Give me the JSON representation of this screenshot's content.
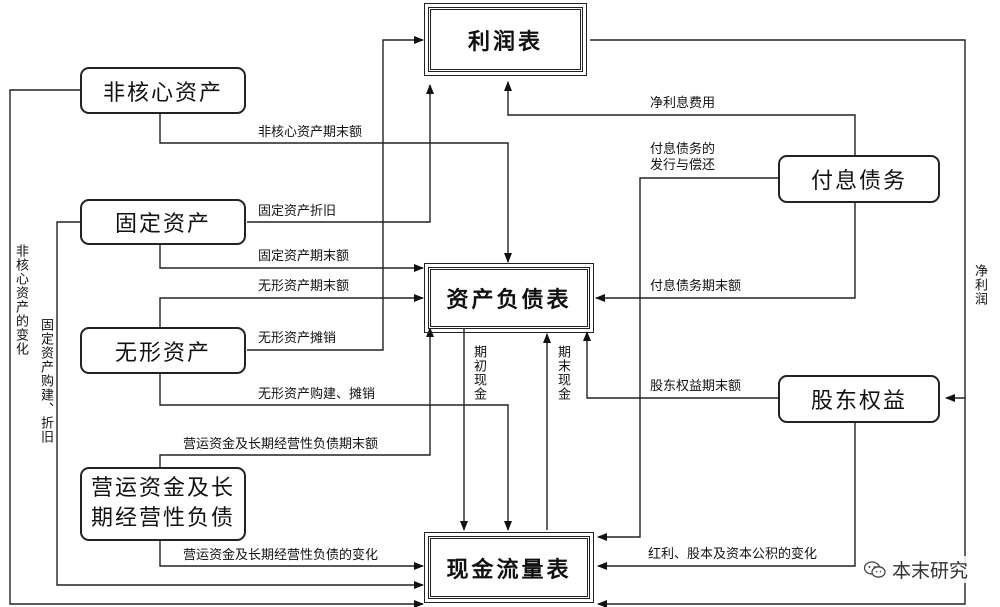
{
  "statements": {
    "income": "利润表",
    "balance": "资产负债表",
    "cashflow": "现金流量表"
  },
  "items": {
    "noncore": "非核心资产",
    "fixed": "固定资产",
    "intangible": "无形资产",
    "working_line1": "营运资金及长",
    "working_line2": "期经营性负债",
    "debt": "付息债务",
    "equity": "股东权益"
  },
  "labels": {
    "noncore_end": "非核心资产期末额",
    "fixed_depr": "固定资产折旧",
    "fixed_end": "固定资产期末额",
    "intangible_end": "无形资产期末额",
    "intangible_amort": "无形资产摊销",
    "intangible_build": "无形资产购建、摊销",
    "working_end": "营运资金及长期经营性负债期末额",
    "working_change": "营运资金及长期经营性负债的变化",
    "net_interest": "净利息费用",
    "debt_issue_line1": "付息债务的",
    "debt_issue_line2": "发行与偿还",
    "debt_end": "付息债务期末额",
    "equity_end": "股东权益期末额",
    "dividends": "红利、股本及资本公积的变化",
    "net_profit": "净利润",
    "noncore_change": "非核心资产的变化",
    "fixed_build": "固定资产购建、折旧",
    "opening_cash": "期初现金",
    "ending_cash": "期末现金"
  },
  "watermark": "本末研究"
}
